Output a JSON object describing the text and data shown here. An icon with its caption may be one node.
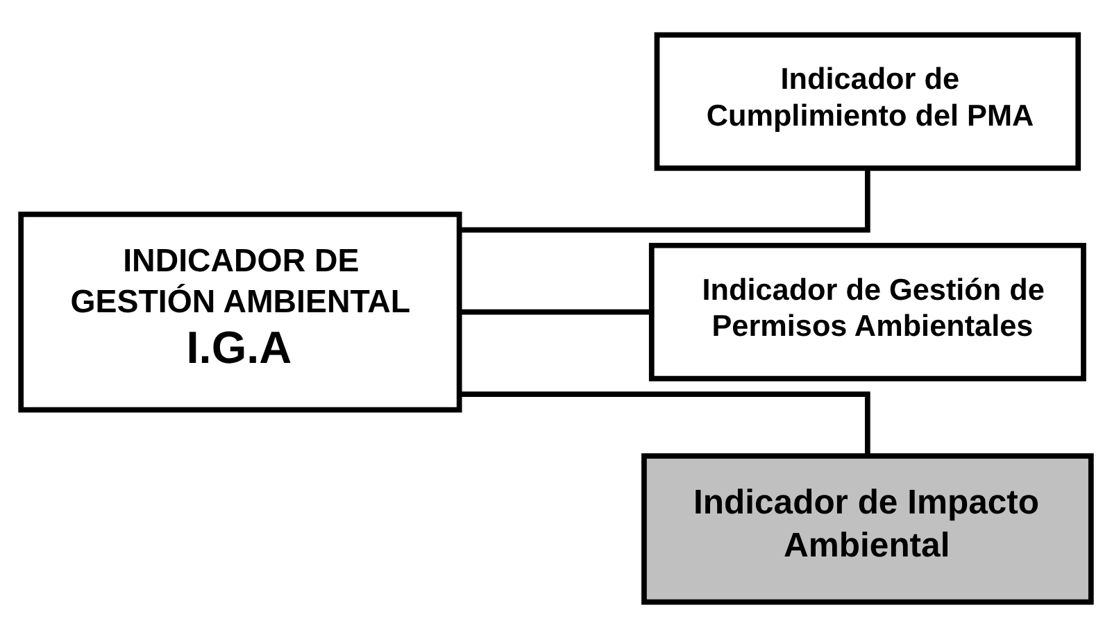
{
  "diagram": {
    "nodes": [
      {
        "text": [
          "INDICADOR DE GESTIÓN AMBIENTAL",
          "I.G.A"
        ]
      },
      {
        "text": [
          "Indicador de Cumplimiento del PMA"
        ]
      },
      {
        "text": [
          "Indicador de Gestión de Permisos Ambientales"
        ]
      },
      {
        "text": [
          "Indicador de Impacto Ambiental"
        ]
      }
    ],
    "edges": [
      {
        "from": 0,
        "to": 1,
        "arrow": "none"
      },
      {
        "from": 0,
        "to": 2,
        "arrow": "none"
      },
      {
        "from": 0,
        "to": 3,
        "arrow": "none"
      }
    ]
  }
}
